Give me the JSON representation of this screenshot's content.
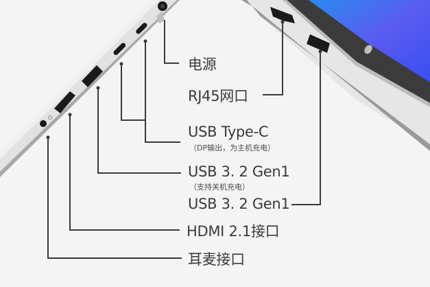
{
  "diagram": {
    "subject": "Laptop side ports illustration",
    "colors": {
      "background": "#f4f4f4",
      "line": "#3a3a3a",
      "laptop_body": "#d6d6d6",
      "bezel": "#3b3b3b",
      "screen": "#4a6cf0"
    },
    "labels": {
      "power": "电源",
      "rj45": "RJ45网口",
      "usb_c": "USB Type-C",
      "usb_c_note": "（DP输出，为主机充电）",
      "usb_a_left": "USB 3. 2 Gen1",
      "usb_a_left_note": "（支持关机充电）",
      "usb_a_right": "USB 3. 2 Gen1",
      "hdmi": "HDMI 2.1接口",
      "headphone": "耳麦接口"
    },
    "ports_left_side": [
      "headphone-jack",
      "hdmi",
      "usb-a",
      "usb-c",
      "usb-c",
      "power-jack"
    ],
    "ports_right_side": [
      "rj45",
      "usb-a"
    ]
  }
}
